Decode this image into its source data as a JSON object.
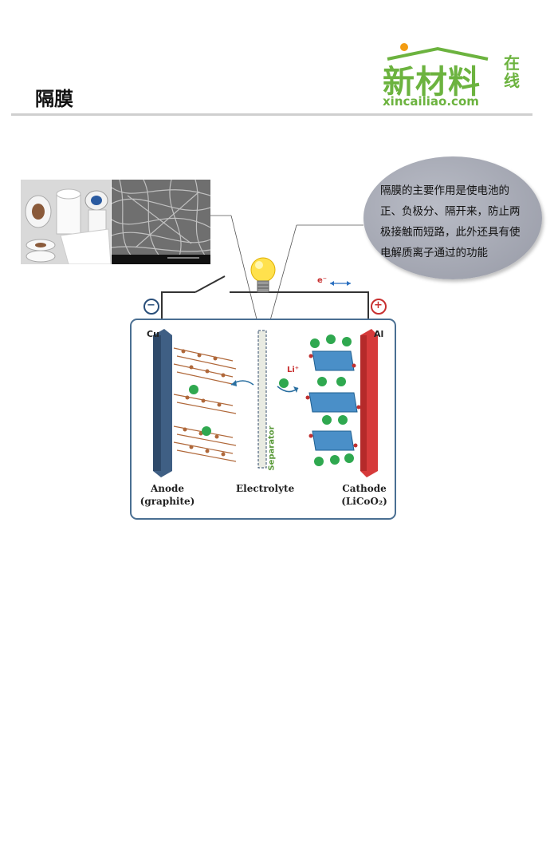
{
  "page": {
    "title": "隔膜",
    "logo": {
      "main": "新材料",
      "side": "在线",
      "url": "xincailiao.com"
    }
  },
  "callout": {
    "text": "隔膜的主要作用是使电池的正、负极分、隔开来，防止两极接触而短路，此外还具有使电解质离子通过的功能"
  },
  "diagram": {
    "anode_metal": "Cu",
    "cathode_metal": "Al",
    "anode_label": "Anode",
    "anode_sub": "(graphite)",
    "electrolyte_label": "Electrolyte",
    "cathode_label": "Cathode",
    "cathode_sub": "(LiCoO₂)",
    "separator_label": "Separator",
    "ion_label": "Li⁺",
    "electron_label": "e⁻",
    "minus_sign": "−",
    "plus_sign": "+",
    "colors": {
      "anode": "#3f5f84",
      "cathode": "#d63a3a",
      "frame": "#4a6f92",
      "separator_text": "#5a9a3a",
      "ion": "#2fa84f",
      "graphite": "#b0683a"
    }
  }
}
